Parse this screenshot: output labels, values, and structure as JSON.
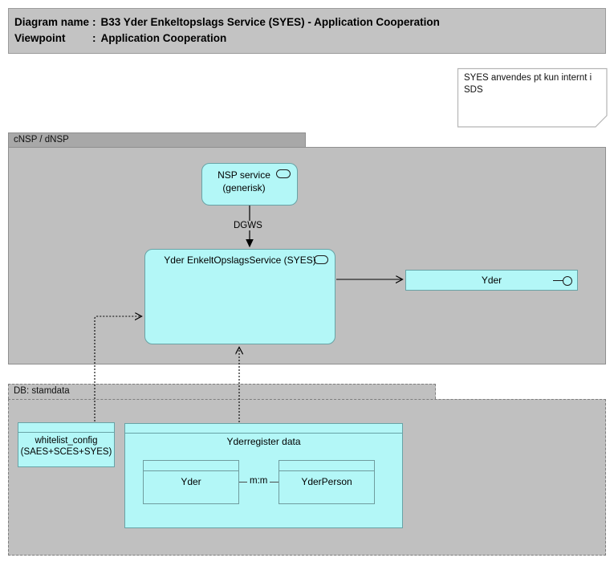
{
  "header": {
    "line1_label": "Diagram name",
    "line1_value": "B33 Yder Enkeltopslags Service (SYES) - Application Cooperation",
    "line2_label": "Viewpoint",
    "line2_value": "Application Cooperation",
    "separator": ":"
  },
  "note": {
    "text": "SYES anvendes pt kun internt i SDS"
  },
  "groups": {
    "nsp": {
      "label": "cNSP / dNSP"
    },
    "db": {
      "label": "DB: stamdata"
    }
  },
  "elements": {
    "nsp_service": {
      "line1": "NSP service",
      "line2": "(generisk)",
      "icon": "application-service-pill-icon"
    },
    "syes": {
      "label": "Yder EnkeltOpslagsService (SYES)",
      "icon": "application-service-pill-icon"
    },
    "yder_interface": {
      "label": "Yder",
      "icon": "interface-lollipop-icon"
    },
    "whitelist": {
      "line1": "whitelist_config",
      "line2": "(SAES+SCES+SYES)"
    },
    "yderregister": {
      "label": "Yderregister data"
    },
    "yder_entity": {
      "label": "Yder"
    },
    "yderperson_entity": {
      "label": "YderPerson"
    }
  },
  "connections": {
    "dgws": {
      "label": "DGWS",
      "style": "solid-filled-arrow"
    },
    "syes_to_yder": {
      "style": "solid-open-arrow"
    },
    "whitelist_to_syes": {
      "style": "dotted-open-arrow"
    },
    "yderregister_to_syes": {
      "style": "dotted-open-arrow"
    },
    "mm": {
      "label": "m:m"
    }
  },
  "colors": {
    "element_fill": "#b3f7f7",
    "element_border": "#68a3a6",
    "group_body_fill": "#bfbfbf",
    "group_tab_fill": "#a8a8a8",
    "db_group_fill": "#c0c0c0",
    "header_fill": "#c3c3c3",
    "note_fill": "#ffffff"
  }
}
